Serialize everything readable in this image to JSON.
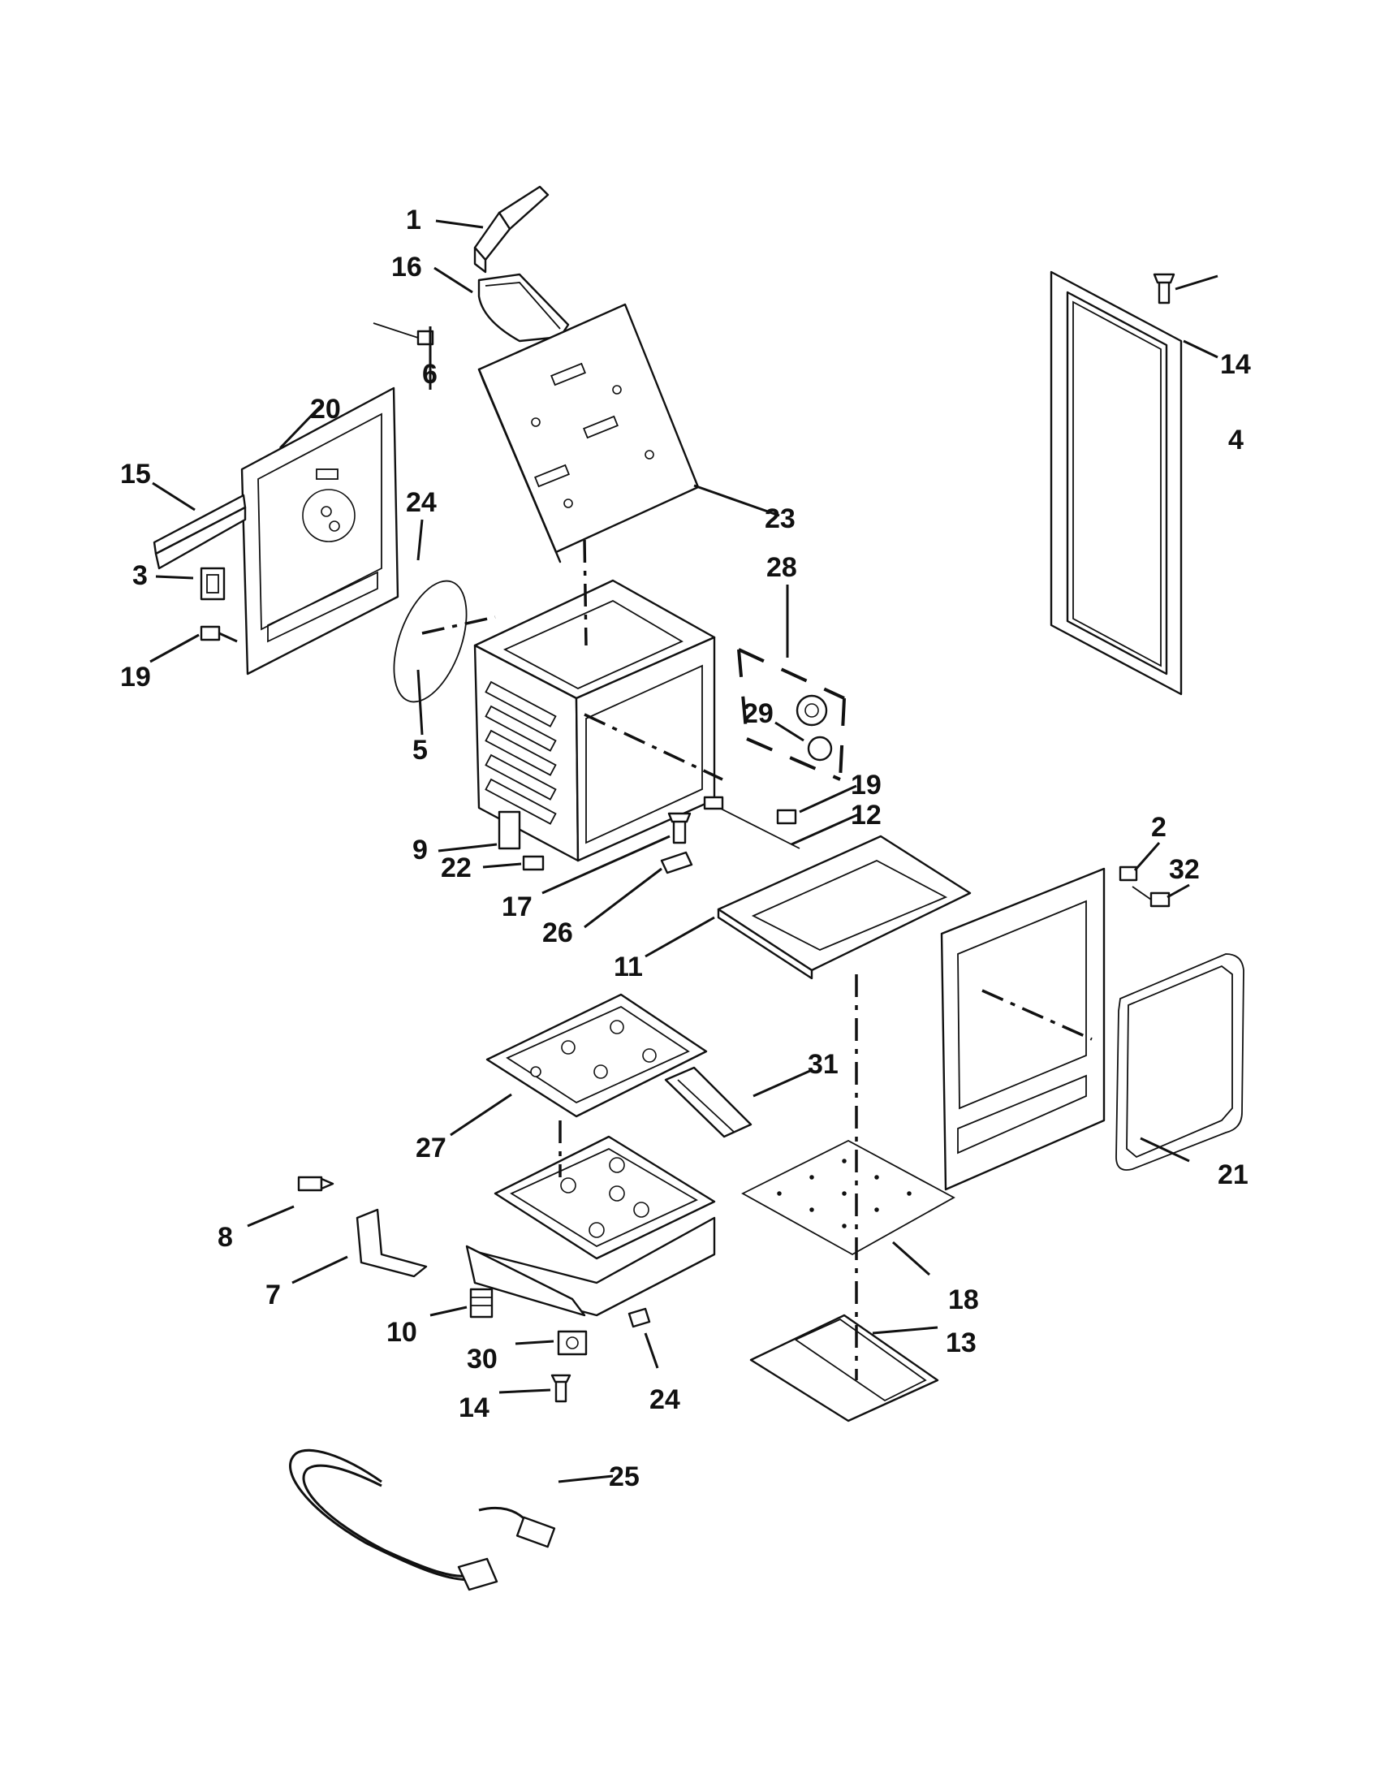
{
  "callouts": [
    {
      "id": "1",
      "text": "1"
    },
    {
      "id": "16",
      "text": "16"
    },
    {
      "id": "14a",
      "text": "14"
    },
    {
      "id": "4",
      "text": "4"
    },
    {
      "id": "6",
      "text": "6"
    },
    {
      "id": "20",
      "text": "20"
    },
    {
      "id": "15",
      "text": "15"
    },
    {
      "id": "24a",
      "text": "24"
    },
    {
      "id": "23",
      "text": "23"
    },
    {
      "id": "3",
      "text": "3"
    },
    {
      "id": "28",
      "text": "28"
    },
    {
      "id": "19a",
      "text": "19"
    },
    {
      "id": "5",
      "text": "5"
    },
    {
      "id": "29",
      "text": "29"
    },
    {
      "id": "19b",
      "text": "19"
    },
    {
      "id": "12",
      "text": "12"
    },
    {
      "id": "2",
      "text": "2"
    },
    {
      "id": "32",
      "text": "32"
    },
    {
      "id": "9",
      "text": "9"
    },
    {
      "id": "22",
      "text": "22"
    },
    {
      "id": "17",
      "text": "17"
    },
    {
      "id": "26",
      "text": "26"
    },
    {
      "id": "11",
      "text": "11"
    },
    {
      "id": "31",
      "text": "31"
    },
    {
      "id": "27",
      "text": "27"
    },
    {
      "id": "21",
      "text": "21"
    },
    {
      "id": "8",
      "text": "8"
    },
    {
      "id": "18",
      "text": "18"
    },
    {
      "id": "7",
      "text": "7"
    },
    {
      "id": "10",
      "text": "10"
    },
    {
      "id": "13",
      "text": "13"
    },
    {
      "id": "30",
      "text": "30"
    },
    {
      "id": "24b",
      "text": "24"
    },
    {
      "id": "14b",
      "text": "14"
    },
    {
      "id": "25",
      "text": "25"
    }
  ]
}
